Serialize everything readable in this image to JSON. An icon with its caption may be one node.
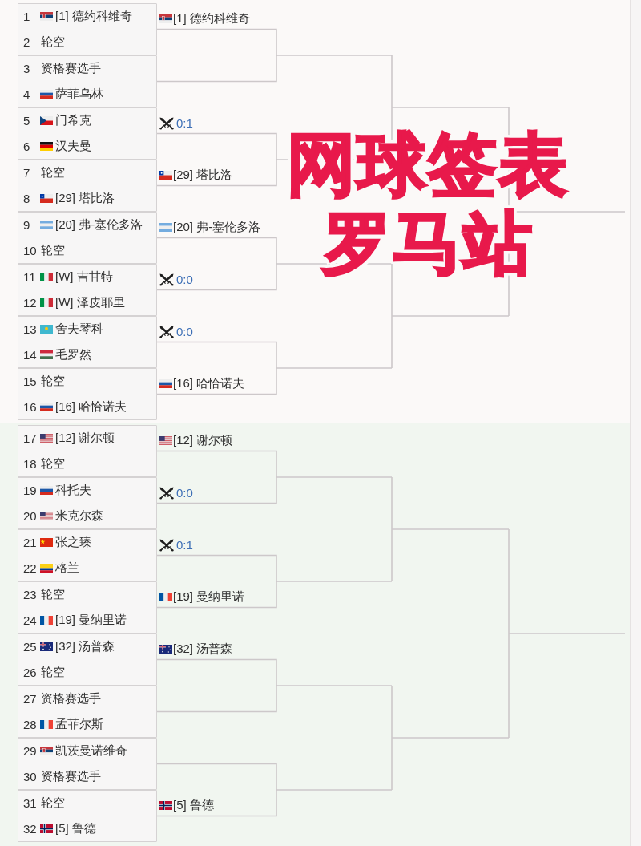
{
  "diagram": {
    "title": "网球签表罗马站",
    "nodes": [
      {
        "text": [
          "1",
          "[1] 德约科维奇",
          "2",
          "轮空"
        ],
        "beside": [
          "[1] 德约科维奇"
        ]
      },
      {
        "text": [
          "3",
          "资格赛选手",
          "4",
          "萨菲乌林"
        ]
      },
      {
        "text": [
          "5",
          "门希克",
          "6",
          "汉夫曼"
        ],
        "beside": [
          "0:1"
        ]
      },
      {
        "text": [
          "7",
          "轮空",
          "8",
          "[29] 塔比洛"
        ],
        "beside": [
          "[29] 塔比洛"
        ]
      },
      {
        "text": [
          "9",
          "[20] 弗-塞伦多洛",
          "10",
          "轮空"
        ],
        "beside": [
          "[20] 弗-塞伦多洛"
        ]
      },
      {
        "text": [
          "11",
          "[W] 吉甘特",
          "12",
          "[W] 泽皮耶里"
        ],
        "beside": [
          "0:0"
        ]
      },
      {
        "text": [
          "13",
          "舍夫琴科",
          "14",
          "毛罗然"
        ],
        "beside": [
          "0:0"
        ]
      },
      {
        "text": [
          "15",
          "轮空",
          "16",
          "[16] 哈恰诺夫"
        ],
        "beside": [
          "[16] 哈恰诺夫"
        ]
      },
      {
        "text": [
          "17",
          "[12] 谢尔顿",
          "18",
          "轮空"
        ],
        "beside": [
          "[12] 谢尔顿"
        ]
      },
      {
        "text": [
          "19",
          "科托夫",
          "20",
          "米克尔森"
        ],
        "beside": [
          "0:0"
        ]
      },
      {
        "text": [
          "21",
          "张之臻",
          "22",
          "格兰"
        ],
        "beside": [
          "0:1"
        ]
      },
      {
        "text": [
          "23",
          "轮空",
          "24",
          "[19] 曼纳里诺"
        ],
        "beside": [
          "[19] 曼纳里诺"
        ]
      },
      {
        "text": [
          "25",
          "[32] 汤普森",
          "26",
          "轮空"
        ],
        "beside": [
          "[32] 汤普森"
        ]
      },
      {
        "text": [
          "27",
          "资格赛选手",
          "28",
          "孟菲尔斯"
        ]
      },
      {
        "text": [
          "29",
          "凯茨曼诺维奇",
          "30",
          "资格赛选手"
        ]
      },
      {
        "text": [
          "31",
          "轮空",
          "32",
          "[5] 鲁德"
        ],
        "beside": [
          "[5] 鲁德"
        ]
      }
    ],
    "edges": [
      {
        "from": 0,
        "to": 1,
        "arrow": "none"
      },
      {
        "from": 2,
        "to": 3,
        "arrow": "none"
      },
      {
        "from": 4,
        "to": 5,
        "arrow": "none"
      },
      {
        "from": 6,
        "to": 7,
        "arrow": "none"
      },
      {
        "from": 8,
        "to": 9,
        "arrow": "none"
      },
      {
        "from": 10,
        "to": 11,
        "arrow": "none"
      },
      {
        "from": 12,
        "to": 13,
        "arrow": "none"
      },
      {
        "from": 14,
        "to": 15,
        "arrow": "none"
      }
    ]
  }
}
